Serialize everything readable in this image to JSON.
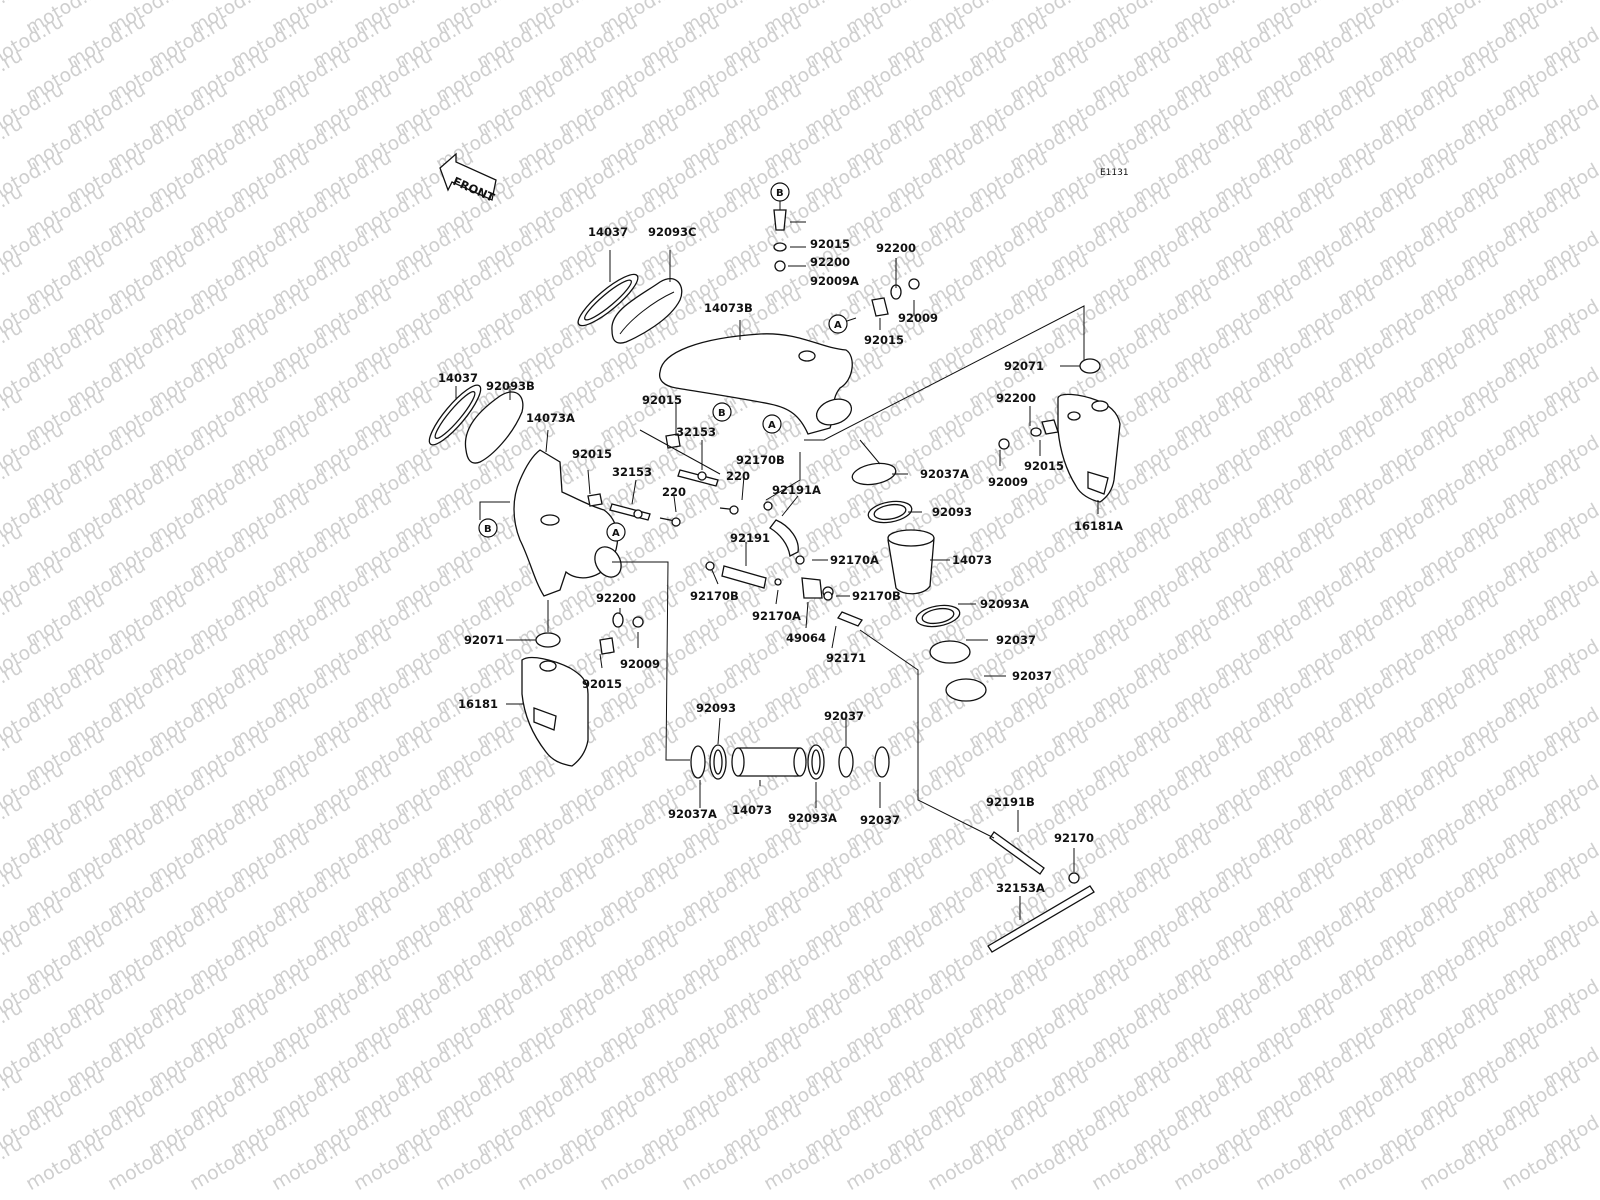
{
  "diagram": {
    "code": "E1131",
    "front_label": "FRONT",
    "watermark_text": "motod.ru",
    "callouts": [
      "A",
      "B"
    ],
    "part_labels": [
      "14037",
      "92093C",
      "14073B",
      "14037",
      "92093B",
      "14073A",
      "92015",
      "92200",
      "92009A",
      "92200",
      "92015",
      "92009",
      "92071",
      "92200",
      "92009",
      "92015",
      "16181A",
      "92015",
      "32153",
      "92015",
      "32153",
      "220",
      "92170B",
      "220",
      "92191A",
      "92037A",
      "92093",
      "92191",
      "92170A",
      "14073",
      "92170B",
      "92170A",
      "92170B",
      "49064",
      "92093A",
      "92171",
      "92037",
      "92037",
      "92200",
      "92071",
      "92009",
      "92015",
      "16181",
      "92093",
      "92037",
      "92037A",
      "14073",
      "92093A",
      "92037",
      "92191B",
      "92170",
      "32153A"
    ]
  }
}
